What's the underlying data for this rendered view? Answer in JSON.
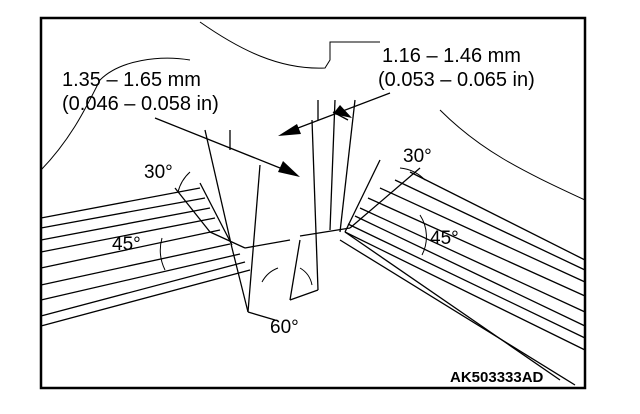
{
  "diagram": {
    "left_dimension": {
      "metric": "1.35 – 1.65 mm",
      "imperial": "(0.046 – 0.058 in)"
    },
    "right_dimension": {
      "metric": "1.16 – 1.46 mm",
      "imperial": "(0.053 – 0.065 in)"
    },
    "angles": {
      "left_upper": "30°",
      "left_lower": "45°",
      "right_upper": "30°",
      "right_lower": "45°",
      "seat": "60°"
    },
    "figure_code": "AK503333AD"
  }
}
